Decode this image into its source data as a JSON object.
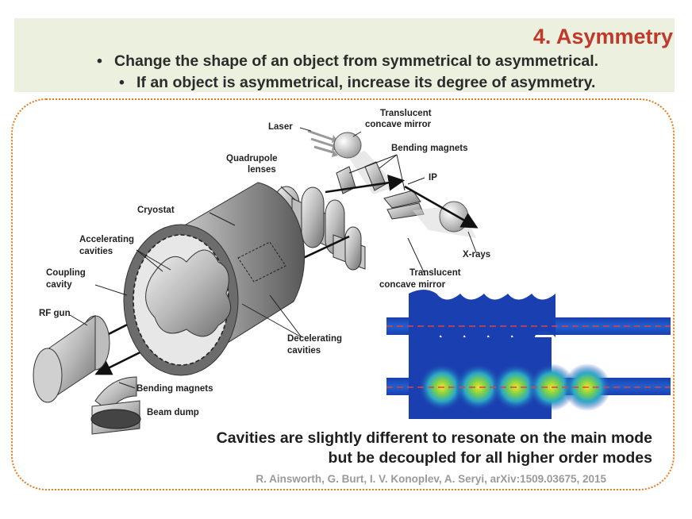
{
  "slide": {
    "title": "4. Asymmetry",
    "bullets": [
      "Change the shape of an object from symmetrical to asymmetrical.",
      "If an object is asymmetrical, increase its degree of asymmetry."
    ],
    "bullet_glyph": "•"
  },
  "diagram": {
    "labels": {
      "laser": "Laser",
      "translucent_top_1": "Translucent",
      "translucent_top_2": "concave mirror",
      "bending_top": "Bending magnets",
      "quadrupole_1": "Quadrupole",
      "quadrupole_2": "lenses",
      "ip": "IP",
      "cryostat": "Cryostat",
      "accelerating_1": "Accelerating",
      "accelerating_2": "cavities",
      "coupling_1": "Coupling",
      "coupling_2": "cavity",
      "xrays": "X-rays",
      "translucent_bottom_1": "Translucent",
      "translucent_bottom_2": "concave mirror",
      "rf_gun": "RF gun",
      "decelerating_1": "Decelerating",
      "decelerating_2": "cavities",
      "bending_bottom": "Bending magnets",
      "beam_dump": "Beam dump"
    }
  },
  "caption": {
    "line1": "Cavities are slightly different to resonate on the main mode",
    "line2": "but be decoupled for all higher order modes"
  },
  "citation": "R. Ainsworth, G. Burt, I. V. Konoplev, A. Seryi, arXiv:1509.03675, 2015",
  "colors": {
    "accent": "#c0392b",
    "header_bg": "#ebf1de",
    "frame": "#e8791c",
    "cavity_field_low": "#1a3fb0",
    "cavity_field_high": "#f4e22a"
  }
}
